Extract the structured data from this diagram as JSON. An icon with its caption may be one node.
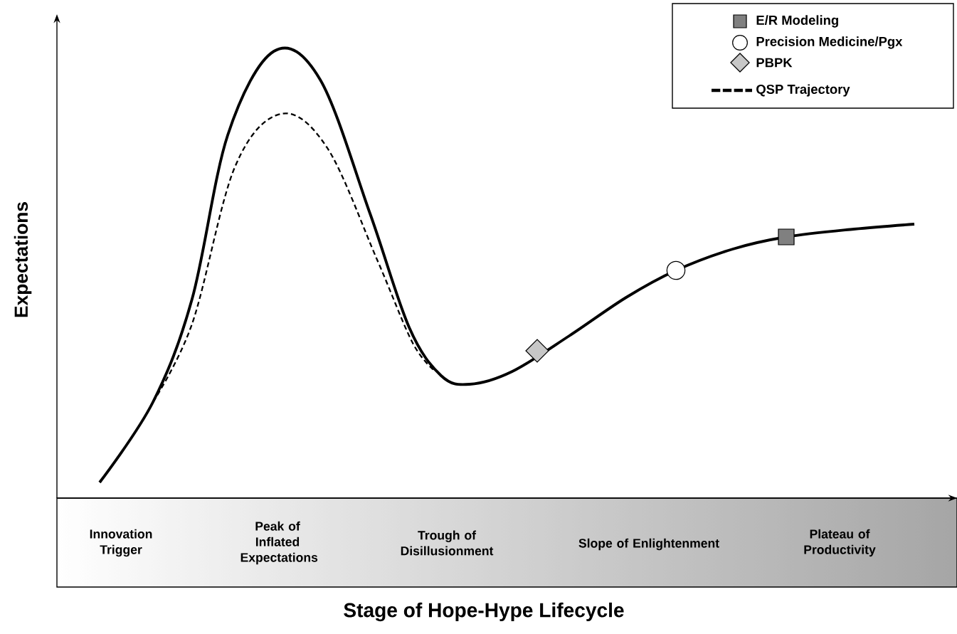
{
  "diagram": {
    "labels": [
      "Expectations",
      "Innovation Trigger",
      "Peak of Inflated Expectations",
      "Trough of Disillusionment",
      "Slope of Enlightenment",
      "Plateau of Productivity",
      "Stage of Hope-Hype Lifecycle"
    ],
    "legend": [
      {
        "text": "E/R Modeling"
      },
      {
        "text": "Precision Medicine/Pgx"
      },
      {
        "text": "PBPK"
      },
      {
        "text": "QSP Trajectory"
      }
    ]
  }
}
